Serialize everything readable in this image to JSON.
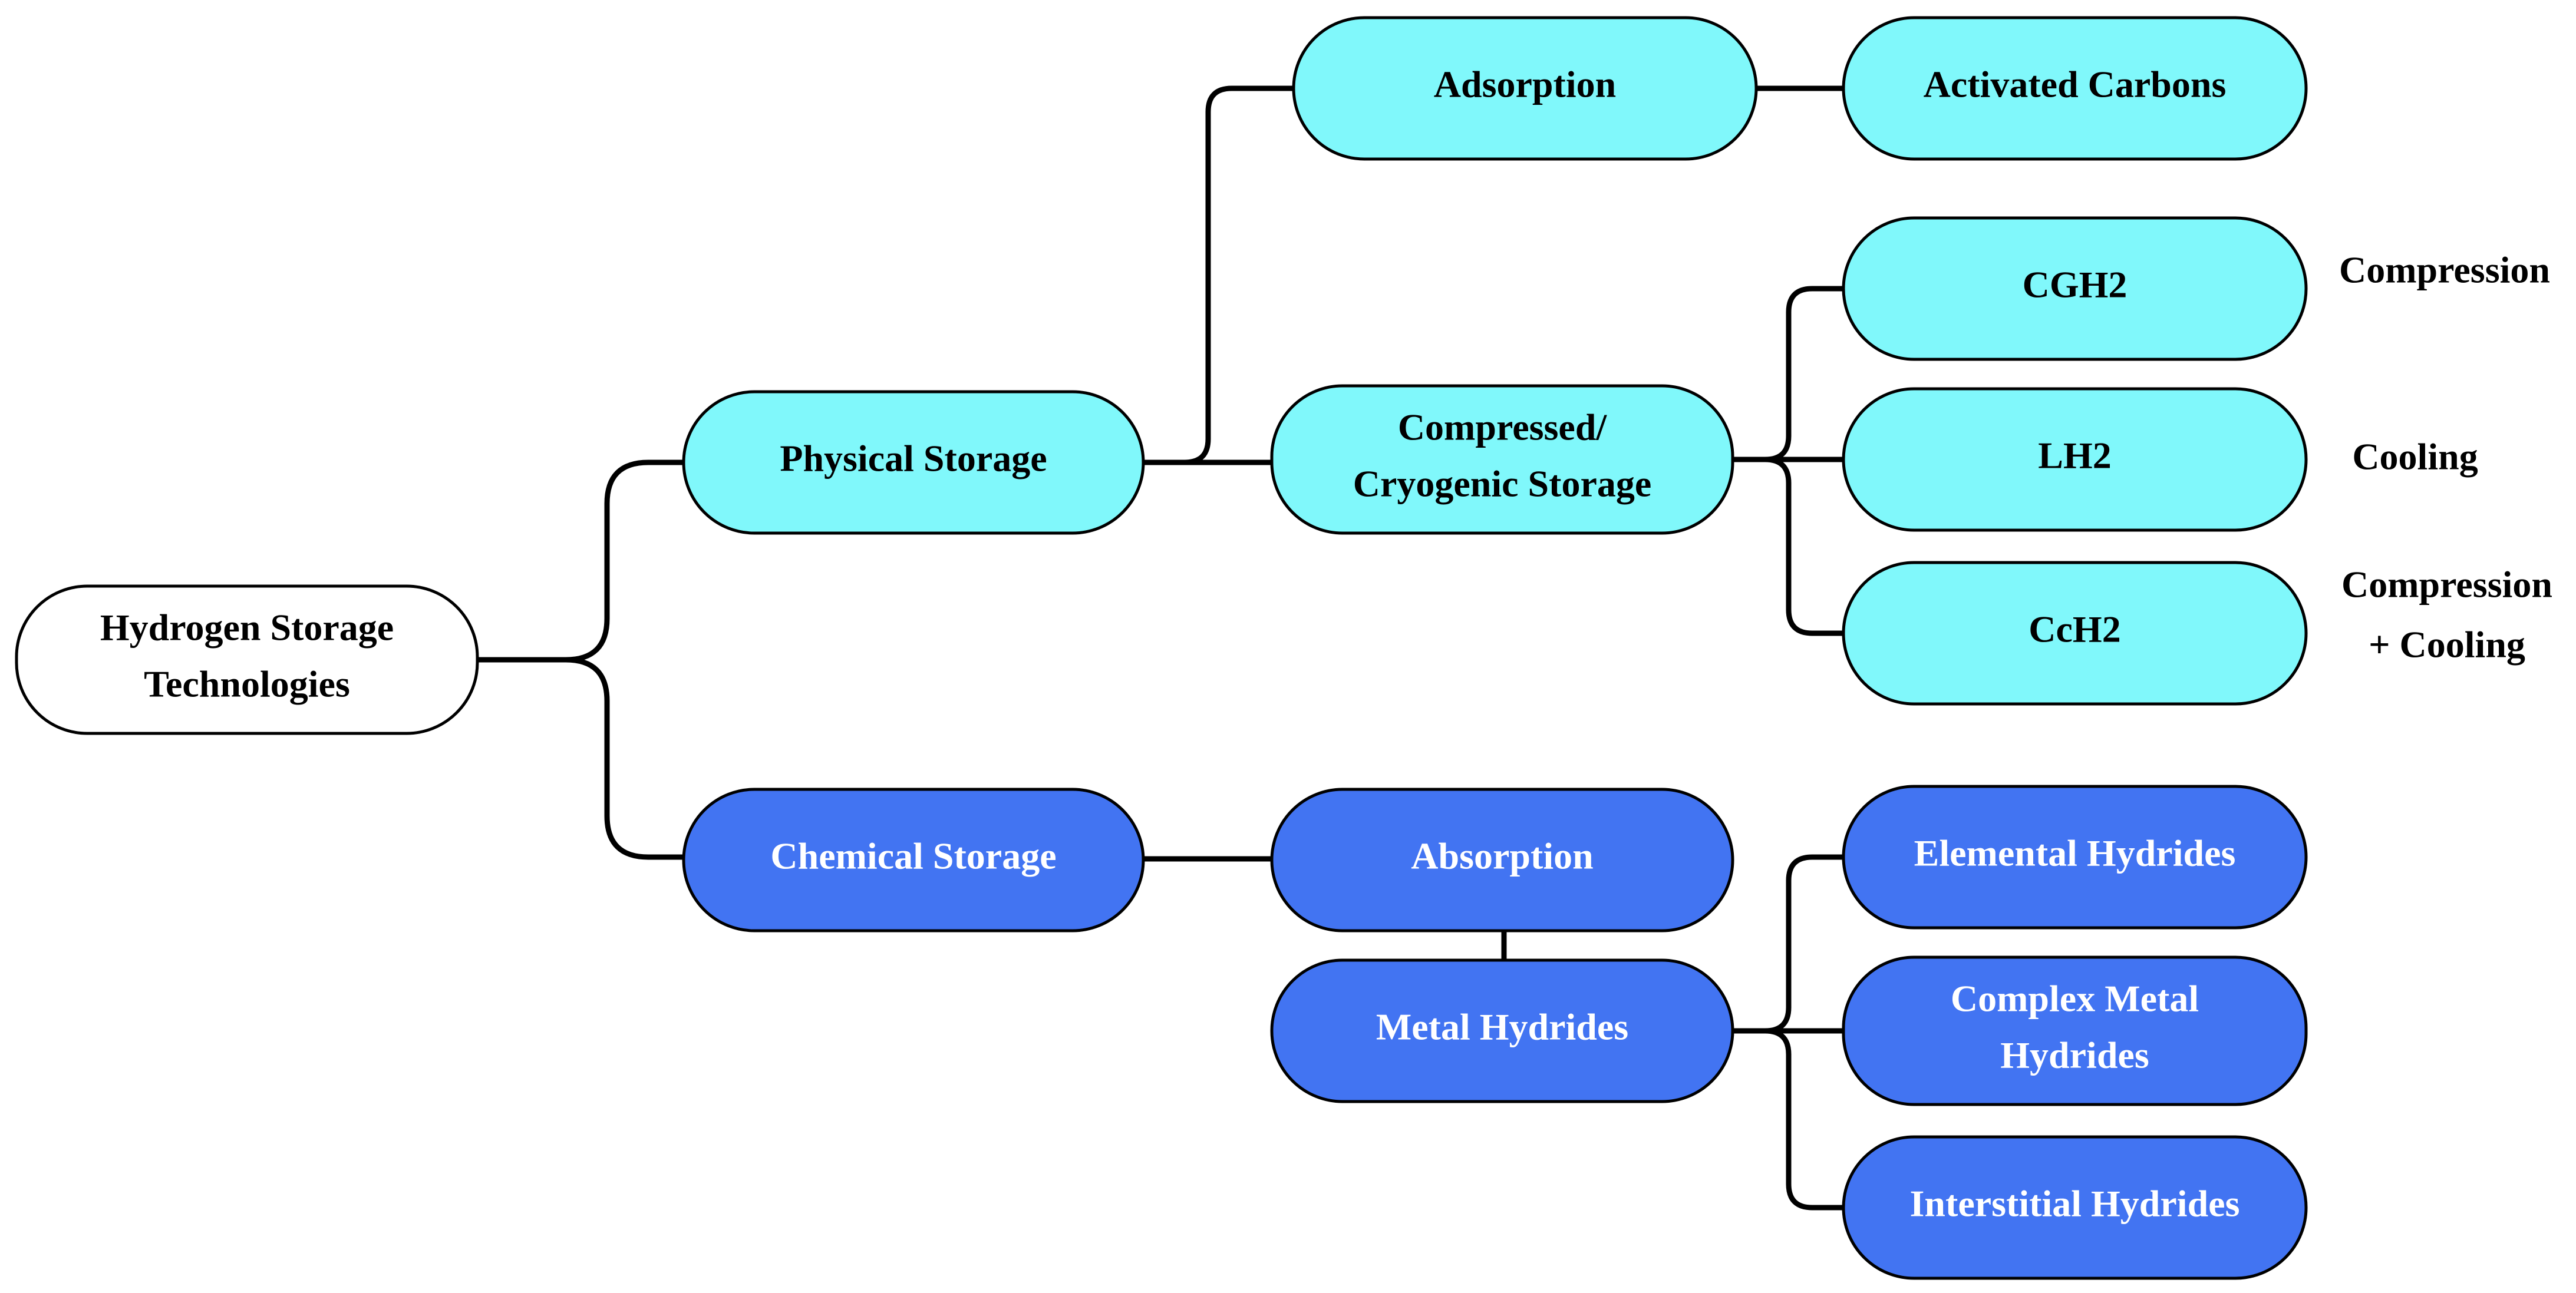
{
  "colors": {
    "root_fill": "#ffffff",
    "physical_fill": "#80f8fb",
    "chemical_fill": "#4274f2",
    "dark_text": "#000000",
    "light_text": "#ffffff",
    "outline": "#000000"
  },
  "nodes": {
    "root": {
      "lines": [
        "Hydrogen Storage",
        "Technologies"
      ]
    },
    "physical": {
      "lines": [
        "Physical Storage"
      ]
    },
    "chemical": {
      "lines": [
        "Chemical Storage"
      ]
    },
    "adsorption": {
      "lines": [
        "Adsorption"
      ]
    },
    "activated_carbons": {
      "lines": [
        "Activated Carbons"
      ]
    },
    "compressed_cryogenic": {
      "lines": [
        "Compressed/",
        "Cryogenic Storage"
      ]
    },
    "cgh2": {
      "lines": [
        "CGH2"
      ]
    },
    "lh2": {
      "lines": [
        "LH2"
      ]
    },
    "cch2": {
      "lines": [
        "CcH2"
      ]
    },
    "absorption": {
      "lines": [
        "Absorption"
      ]
    },
    "metal_hydrides": {
      "lines": [
        "Metal Hydrides"
      ]
    },
    "elemental_hydrides": {
      "lines": [
        "Elemental Hydrides"
      ]
    },
    "complex_metal_hydrides": {
      "lines": [
        "Complex Metal",
        "Hydrides"
      ]
    },
    "interstitial_hydrides": {
      "lines": [
        "Interstitial Hydrides"
      ]
    }
  },
  "annotations": {
    "cgh2_note": {
      "lines": [
        "Compression"
      ]
    },
    "lh2_note": {
      "lines": [
        "Cooling"
      ]
    },
    "cch2_note": {
      "lines": [
        "Compression",
        "+ Cooling"
      ]
    }
  }
}
